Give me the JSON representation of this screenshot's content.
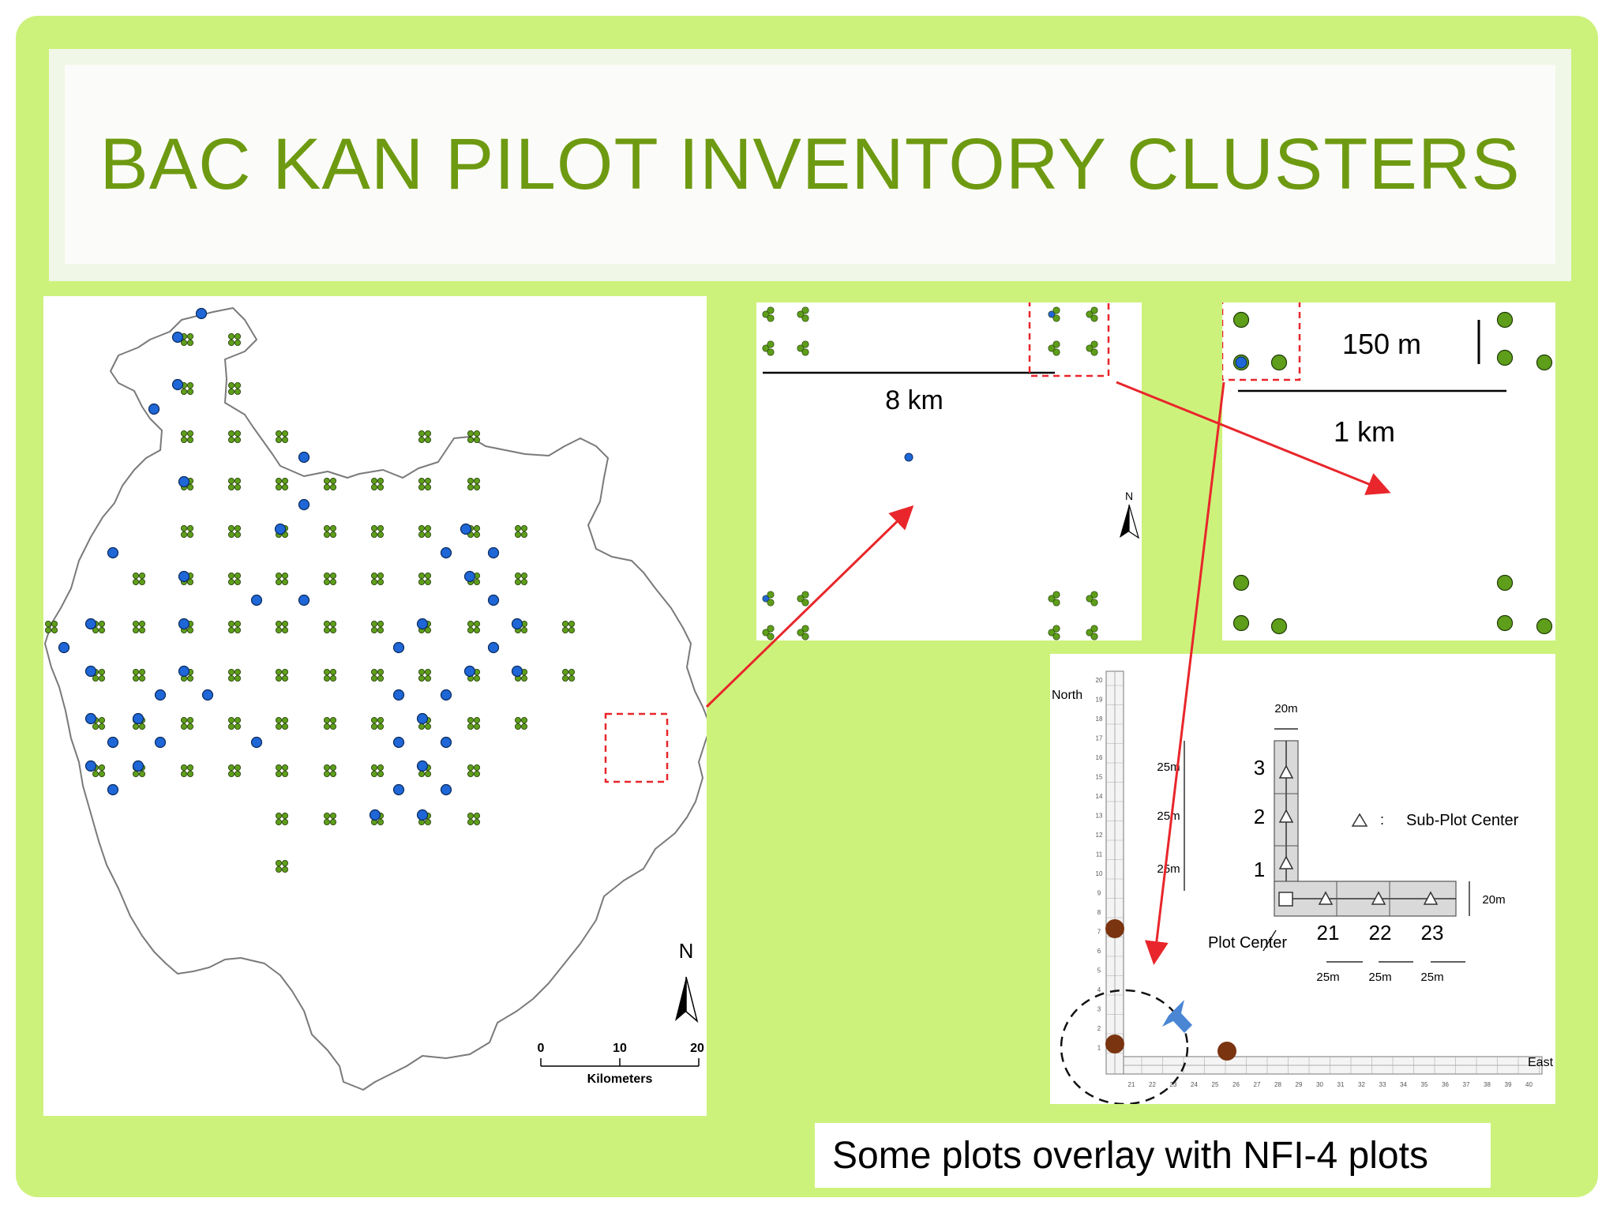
{
  "title": "BAC KAN PILOT INVENTORY CLUSTERS",
  "caption": "Some plots overlay with NFI-4 plots",
  "colors": {
    "background": "#cdf27c",
    "title_text": "#6e9a12",
    "green_plot": "#5e9e1a",
    "blue_plot": "#1f66d6",
    "brown_plot": "#7a3410",
    "highlight": "#e8262b",
    "arrow": "#e8262b",
    "diagonal_arrow": "#4a86d4"
  },
  "icons": [
    "north-arrow-icon",
    "plot-center-square-icon",
    "sub-plot-triangle-icon",
    "diagonal-arrow-icon"
  ],
  "map": {
    "north_label": "N",
    "scale_ticks": [
      "0",
      "10",
      "20"
    ],
    "scale_unit": "Kilometers"
  },
  "zoom_8km": {
    "scale_label": "8 km",
    "north_label": "N"
  },
  "zoom_1km": {
    "scale_label": "1 km",
    "short_scale_label": "150 m"
  },
  "plot_layout": {
    "north_label": "North",
    "east_label": "East",
    "north_axis_ticks": [
      "20",
      "19",
      "18",
      "17",
      "16",
      "15",
      "14",
      "13",
      "12",
      "11",
      "10",
      "9",
      "8",
      "7",
      "6",
      "5",
      "4",
      "3",
      "2",
      "1"
    ],
    "east_axis_ticks": [
      "21",
      "22",
      "23",
      "24",
      "25",
      "26",
      "27",
      "28",
      "29",
      "30",
      "31",
      "32",
      "33",
      "34",
      "35",
      "36",
      "37",
      "38",
      "39",
      "40"
    ],
    "top_width_label": "20m",
    "right_width_label": "20m",
    "north_segments": [
      {
        "number": "3",
        "distance": "25m"
      },
      {
        "number": "2",
        "distance": "25m"
      },
      {
        "number": "1",
        "distance": "25m"
      }
    ],
    "east_segments": [
      {
        "number": "21",
        "distance": "25m"
      },
      {
        "number": "22",
        "distance": "25m"
      },
      {
        "number": "23",
        "distance": "25m"
      }
    ],
    "legend_label": "Sub-Plot Center",
    "legend_colon": ":",
    "plot_center_label": "Plot Center"
  }
}
